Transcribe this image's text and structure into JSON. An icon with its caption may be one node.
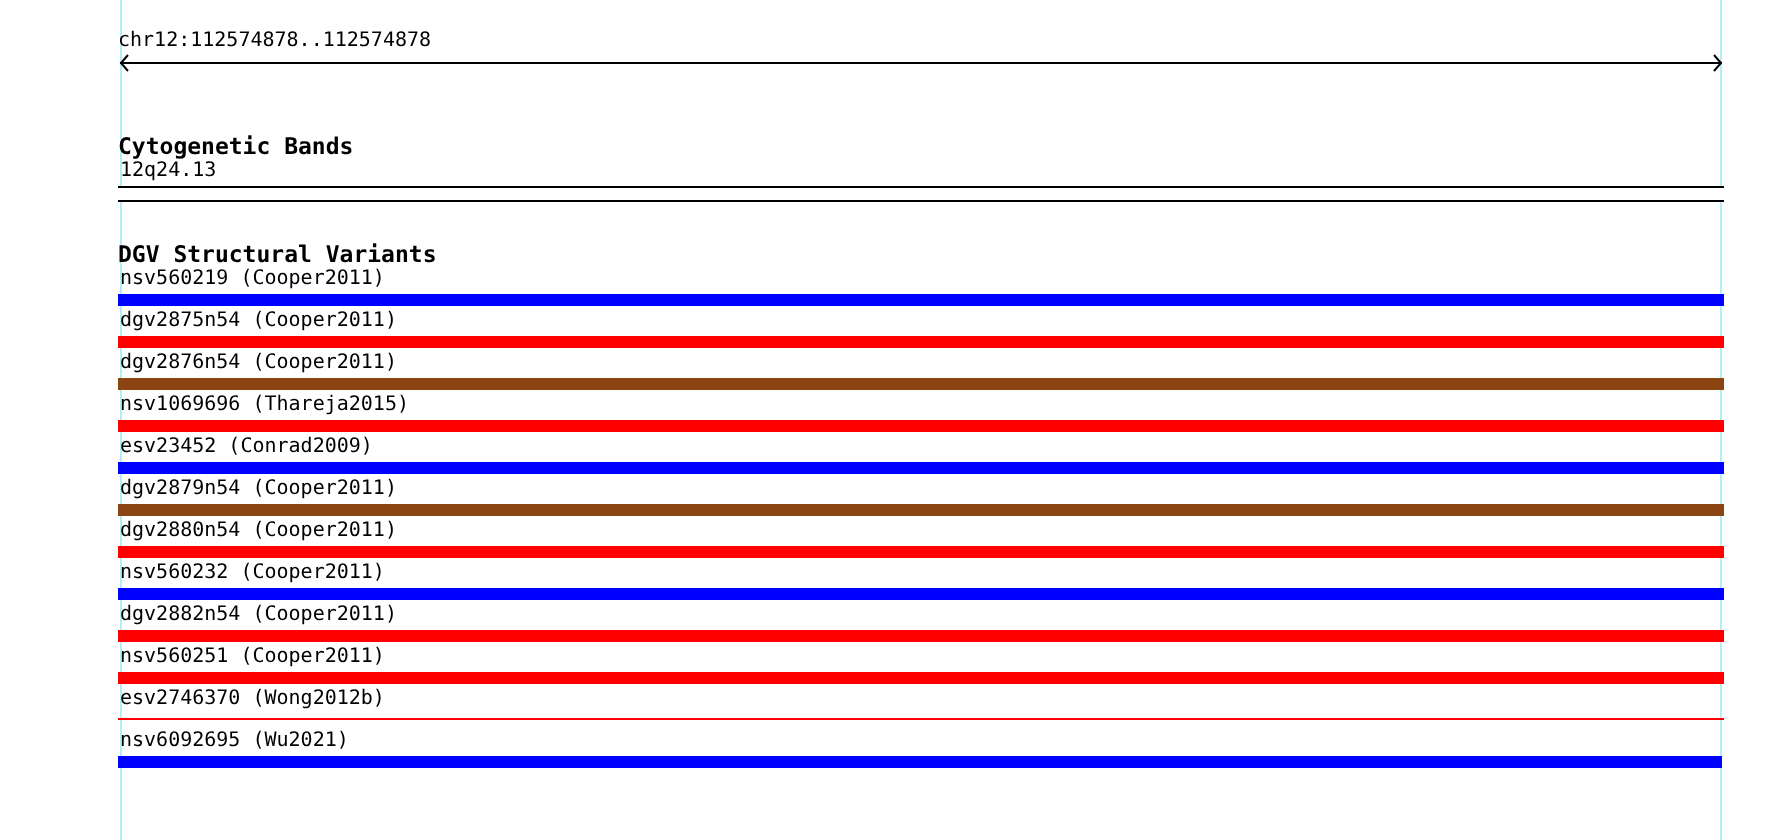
{
  "diagram": {
    "nodes": [
      {
        "text": [
          "Cytogenetic Bands"
        ]
      },
      {
        "text": [
          "12q24.13"
        ],
        "in": 0
      },
      {
        "text": [
          "DGV Structural Variants"
        ]
      },
      {
        "text": [
          "nsv560219 (Cooper2011)"
        ],
        "in": 2
      },
      {
        "text": [
          "dgv2875n54 (Cooper2011)"
        ],
        "in": 2
      },
      {
        "text": [
          "dgv2876n54 (Cooper2011)"
        ],
        "in": 2
      },
      {
        "text": [
          "nsv1069696 (Thareja2015)"
        ],
        "in": 2
      },
      {
        "text": [
          "esv23452 (Conrad2009)"
        ],
        "in": 2
      },
      {
        "text": [
          "dgv2879n54 (Cooper2011)"
        ],
        "in": 2
      },
      {
        "text": [
          "dgv2880n54 (Cooper2011)"
        ],
        "in": 2
      },
      {
        "text": [
          "nsv560232 (Cooper2011)"
        ],
        "in": 2
      },
      {
        "text": [
          "dgv2882n54 (Cooper2011)"
        ],
        "in": 2
      },
      {
        "text": [
          "nsv560251 (Cooper2011)"
        ],
        "in": 2
      },
      {
        "text": [
          "esv2746370 (Wong2012b)"
        ],
        "in": 2
      },
      {
        "text": [
          "nsv6092695 (Wu2021)"
        ],
        "in": 2
      }
    ],
    "labels": [
      "chr12:112574878..112574878"
    ]
  }
}
